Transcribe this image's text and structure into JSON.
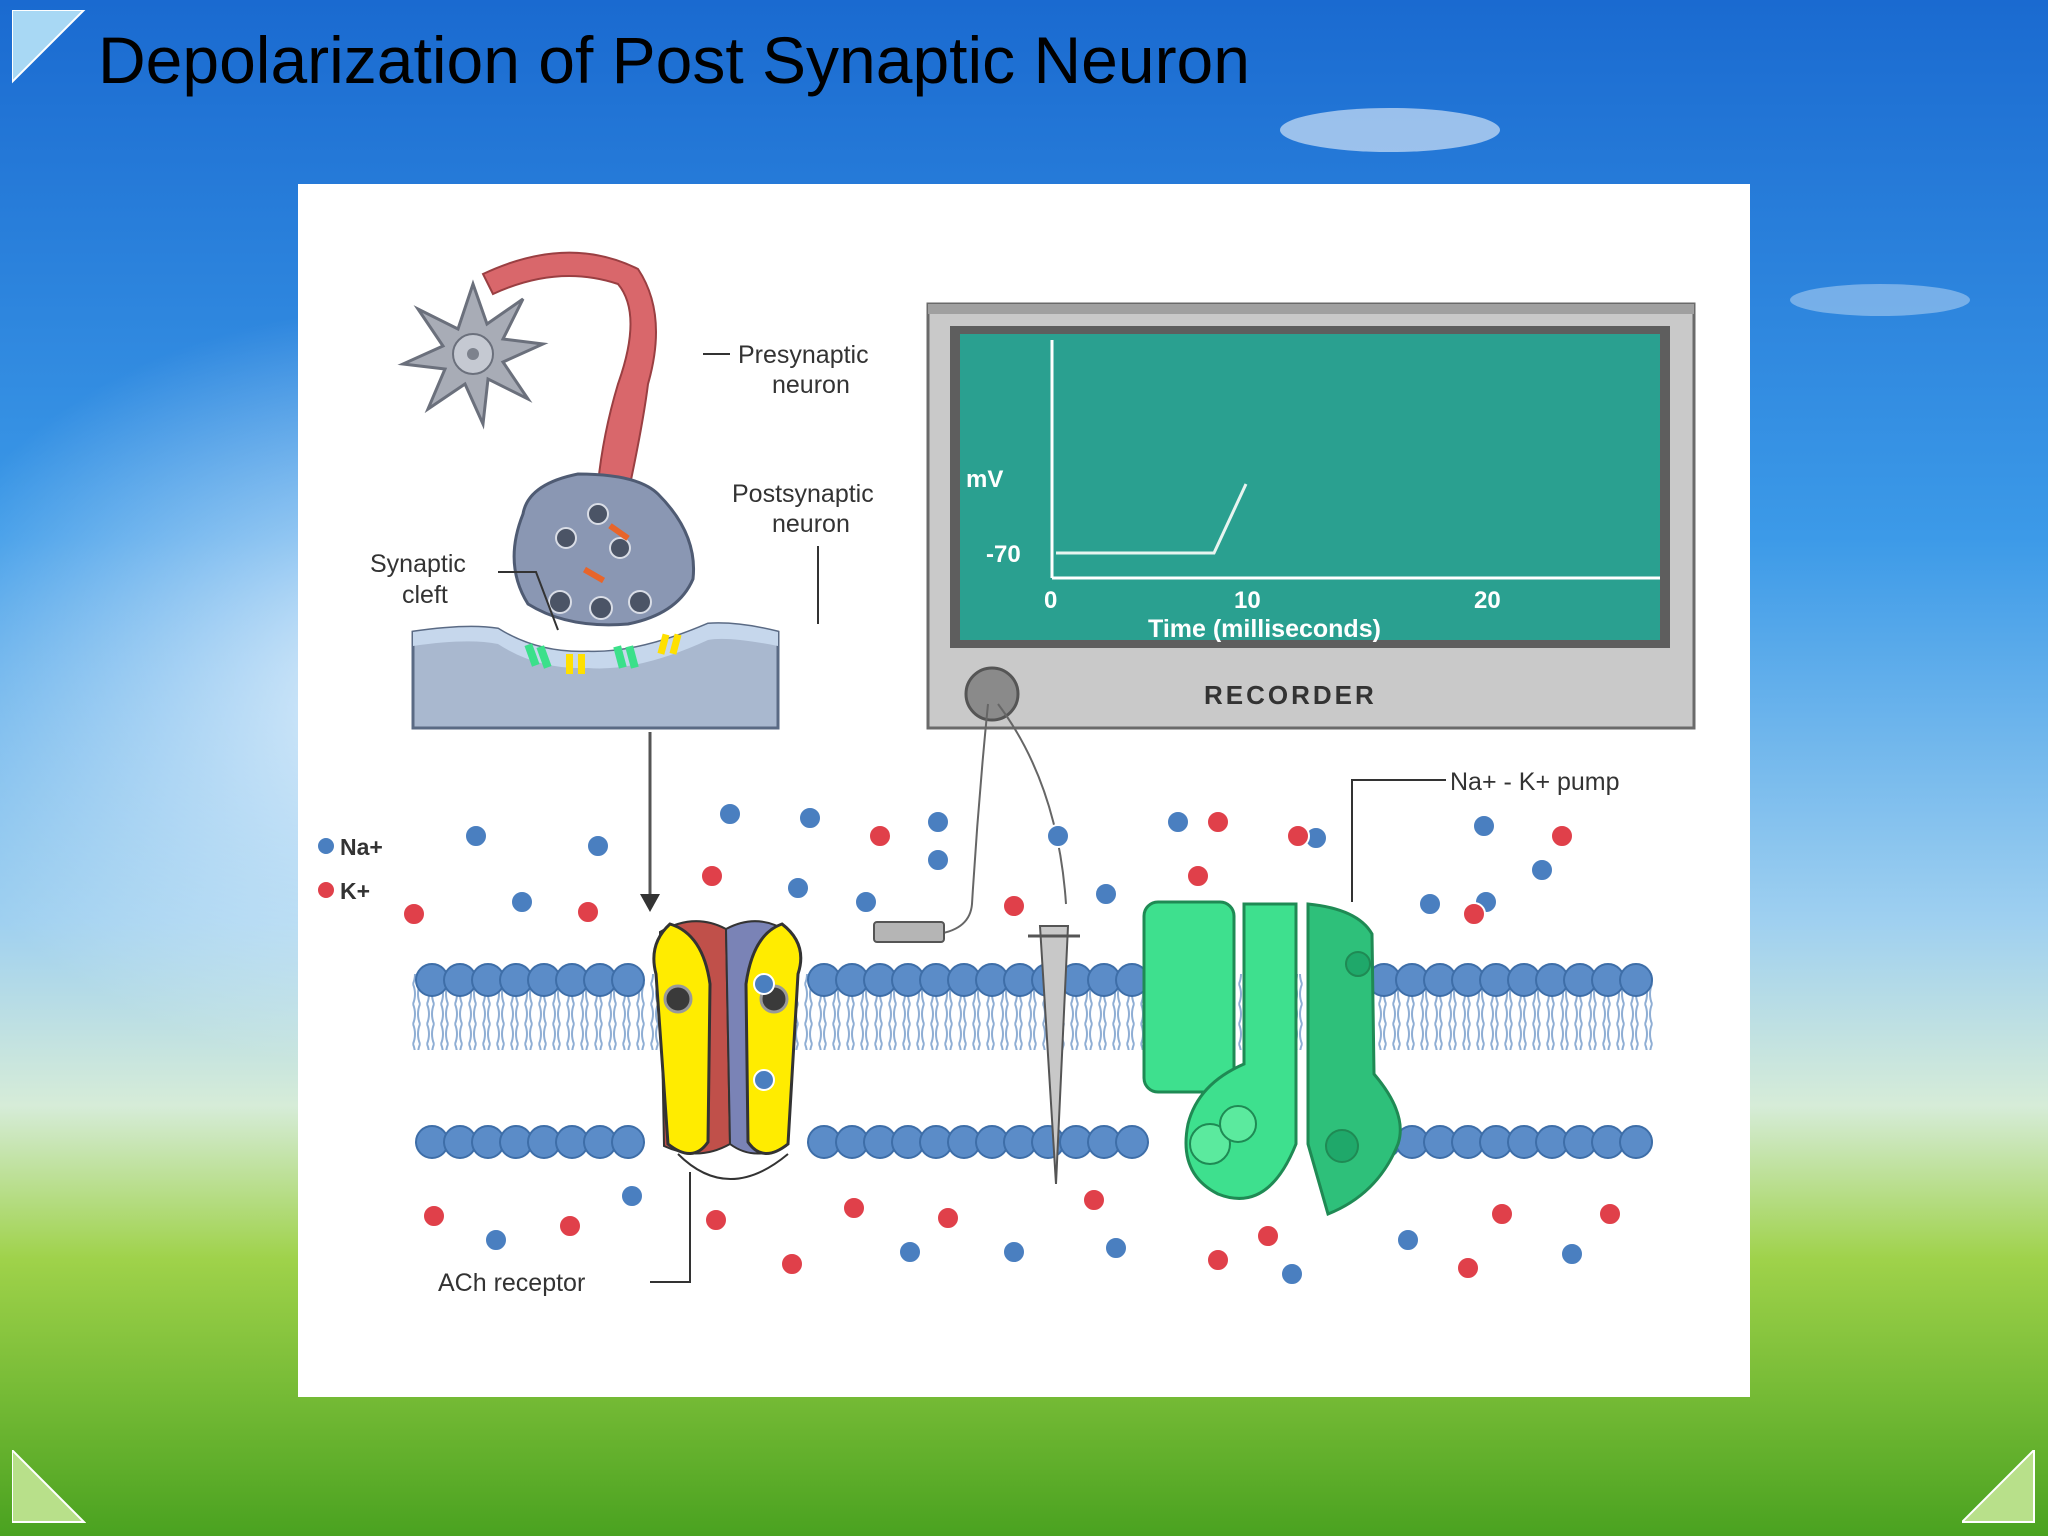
{
  "slide": {
    "title": "Depolarization of Post Synaptic Neuron"
  },
  "diagram": {
    "labels": {
      "presynaptic_line1": "Presynaptic",
      "presynaptic_line2": "neuron",
      "postsynaptic_line1": "Postsynaptic",
      "postsynaptic_line2": "neuron",
      "synaptic_line1": "Synaptic",
      "synaptic_line2": "cleft",
      "pump": "Na+ - K+ pump",
      "ach_receptor": "ACh receptor",
      "legend_na": "Na+",
      "legend_k": "K+"
    },
    "recorder": {
      "label": "RECORDER",
      "y_unit": "mV",
      "y_tick": "-70",
      "x_ticks": [
        "0",
        "10",
        "20"
      ],
      "x_axis_label": "Time (milliseconds)"
    }
  },
  "colors": {
    "na_ion": "#4a7fc0",
    "k_ion": "#e0404a",
    "screen": "#2aa090",
    "membrane": "#5b8cc8",
    "receptor": "#ffe000",
    "pump": "#3ee08e"
  }
}
